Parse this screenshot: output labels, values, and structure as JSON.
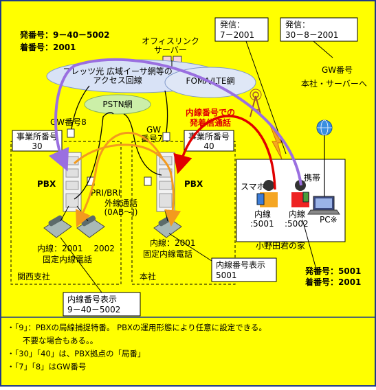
{
  "colors": {
    "background": "#FFFF00",
    "frame": "#1F3A8A",
    "purple_route": "#9A6FE0",
    "orange_route": "#F39A1E",
    "red_route": "#E00000",
    "cloud_fill": "#D8E2F6",
    "pstn_fill": "#CCEFA8"
  },
  "labels": {
    "caller_number": "発番号：9－40－5002",
    "callee_number": "着番号：2001",
    "office_link_server": "オフィスリンク\nサーバー",
    "access_net": "フレッツ光 広域イーサ網等の\nアクセス回線",
    "foma_net": "FOMA/LTE網",
    "pstn_net": "PSTN網",
    "extension_call": "内線番号での\n発着信通話",
    "gw8": "GW番号8",
    "gw7": "GW\n番号7",
    "office30_title": "事業所番号",
    "office30_num": "30",
    "office40_title": "事業所番号",
    "office40_num": "40",
    "pbx_left": "PBX",
    "pbx_right": "PBX",
    "pri_bri": "PRI/BRI",
    "outside_call": "外線通話\n(0AB～J)",
    "left_ext": "内線：2001　 2002",
    "left_phone_caption": "固定内線電話",
    "right_ext": "内線：2001",
    "right_phone_caption": "固定内線電話",
    "kansai": "関西支社",
    "honsha": "本社",
    "display_right": "内線番号表示\n5001",
    "display_left": "内線番号表示\n9－40－5002",
    "outgoing1": "発信：\n7－2001",
    "outgoing2": "発信：\n30－8－2001",
    "gw_number": "GW番号",
    "hq_server": "本社・サーバーへ",
    "smartphone": "スマホ",
    "mobile": "携帯",
    "ext5001": "内線\n:5001",
    "ext5002": "内線\n:5002",
    "pc": "PC※",
    "home": "小野田君の家",
    "bottom_caller": "発番号：5001",
    "bottom_callee": "着番号：2001"
  },
  "notes": [
    "・「9」：PBXの局線捕捉特番。 PBXの運用形態により任意に設定できる。",
    "　　不要な場合もある。。",
    "・「30」「40」は、PBX拠点の「局番」",
    "・「7」「8」はGW番号"
  ]
}
